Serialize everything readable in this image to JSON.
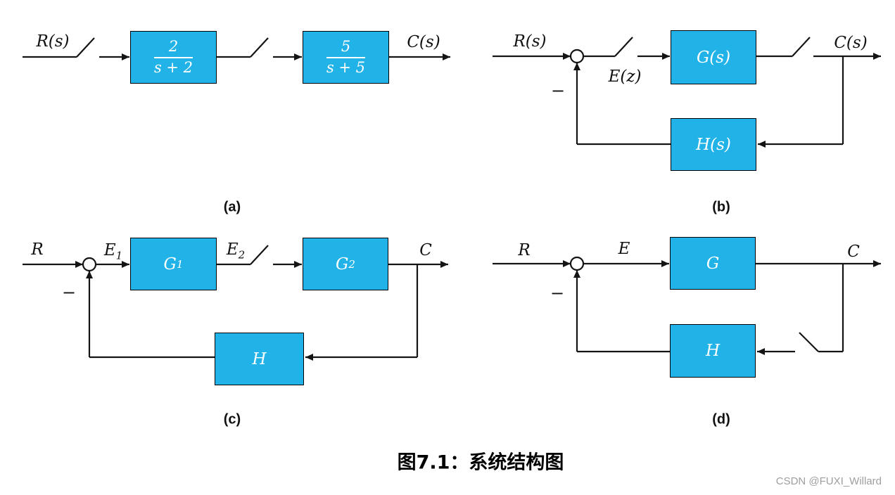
{
  "figure_caption": "图7.1：系统结构图",
  "watermark": "CSDN @FUXI_Willard",
  "colors": {
    "block_fill": "#21b2e8",
    "line": "#141414",
    "text_on_block": "#ffffff",
    "watermark": "#9e9e9e"
  },
  "fig_a": {
    "caption": "(a)",
    "input_label": "R(s)",
    "output_label": "C(s)",
    "block1": {
      "num": "2",
      "den": "s + 2"
    },
    "block2": {
      "num": "5",
      "den": "s + 5"
    }
  },
  "fig_b": {
    "caption": "(b)",
    "input_label": "R(s)",
    "error_label": "E(z)",
    "minus": "−",
    "forward_block": "G(s)",
    "feedback_block": "H(s)",
    "output_label": "C(s)"
  },
  "fig_c": {
    "caption": "(c)",
    "input_label": "R",
    "e1_base": "E",
    "e1_sub": "1",
    "e2_base": "E",
    "e2_sub": "2",
    "g1_base": "G",
    "g1_sub": "1",
    "g2_base": "G",
    "g2_sub": "2",
    "minus": "−",
    "feedback_block": "H",
    "output_label": "C"
  },
  "fig_d": {
    "caption": "(d)",
    "input_label": "R",
    "error_label": "E",
    "minus": "−",
    "forward_block": "G",
    "feedback_block": "H",
    "output_label": "C"
  }
}
